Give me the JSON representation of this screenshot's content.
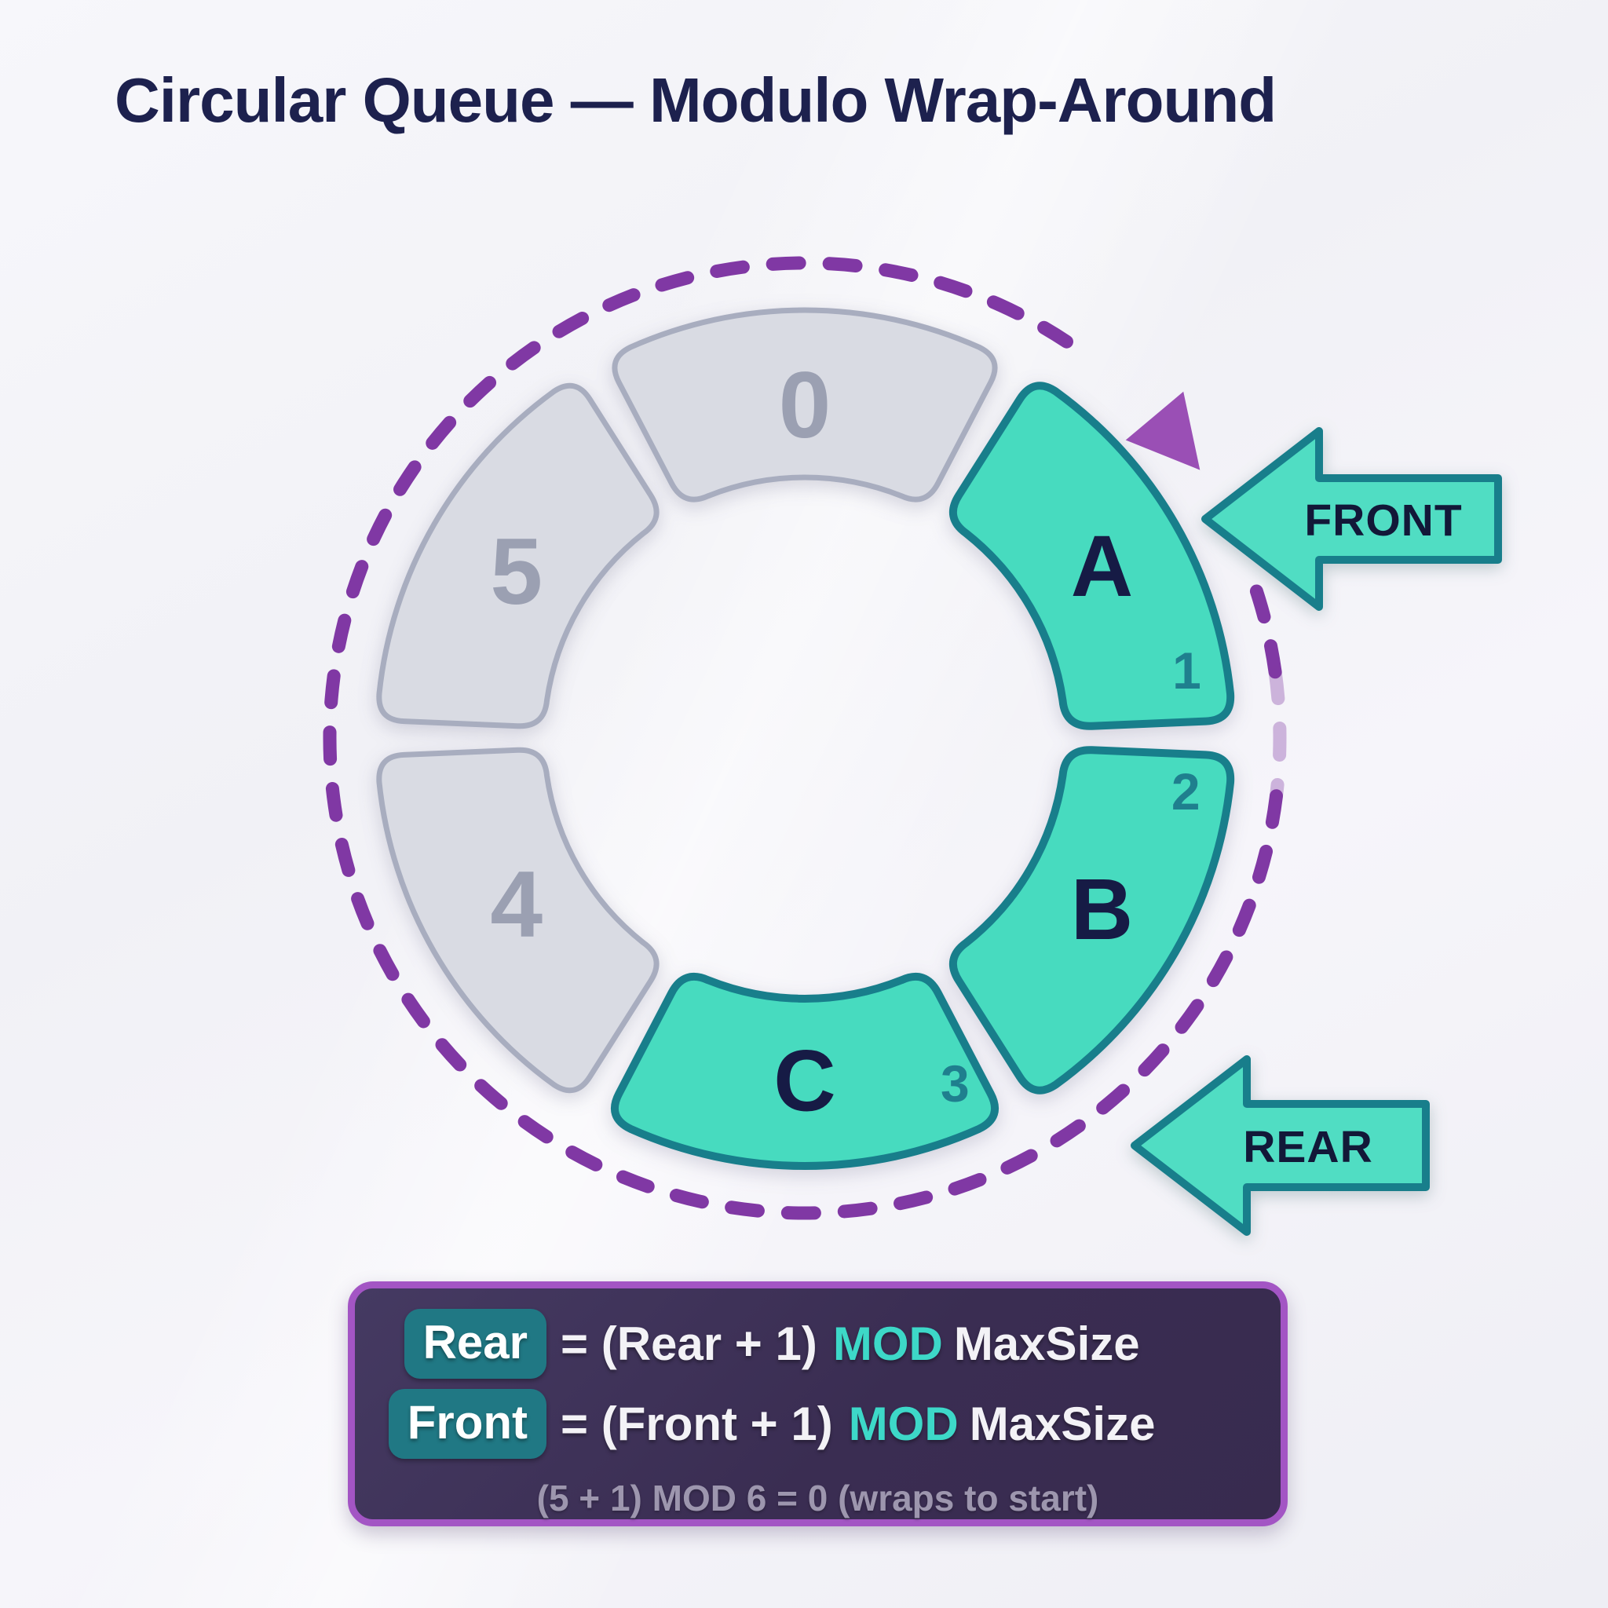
{
  "title": "Circular Queue — Modulo Wrap-Around",
  "queue": {
    "max_size": 6,
    "slots": [
      {
        "index": 0,
        "value": "",
        "filled": false
      },
      {
        "index": 1,
        "value": "A",
        "filled": true
      },
      {
        "index": 2,
        "value": "B",
        "filled": true
      },
      {
        "index": 3,
        "value": "C",
        "filled": true
      },
      {
        "index": 4,
        "value": "",
        "filled": false
      },
      {
        "index": 5,
        "value": "",
        "filled": false
      }
    ],
    "front": {
      "label": "FRONT"
    },
    "rear": {
      "label": "REAR"
    }
  },
  "formula_panel": {
    "lines": [
      {
        "badge": "Rear",
        "eq": "= (Rear + 1)",
        "op": "MOD",
        "tail": "MaxSize"
      },
      {
        "badge": "Front",
        "eq": "= (Front + 1)",
        "op": "MOD",
        "tail": "MaxSize"
      }
    ],
    "example": "(5 + 1) MOD 6 = 0 (wraps to start)"
  },
  "colors": {
    "filled_fill": "#47dbbf",
    "filled_stroke": "#187e8b",
    "empty_fill": "#d9dbe3",
    "empty_stroke": "#a8adbf",
    "value_text": "#161b45",
    "index_text": "#1f7f8e",
    "empty_number_text": "#9ba0b2",
    "dash_purple": "#8038a4",
    "arrowhead_purple": "#9a4fb5",
    "arrow_fill": "#50ddc3",
    "arrow_stroke": "#187e8b",
    "arrow_label_text": "#121838"
  }
}
